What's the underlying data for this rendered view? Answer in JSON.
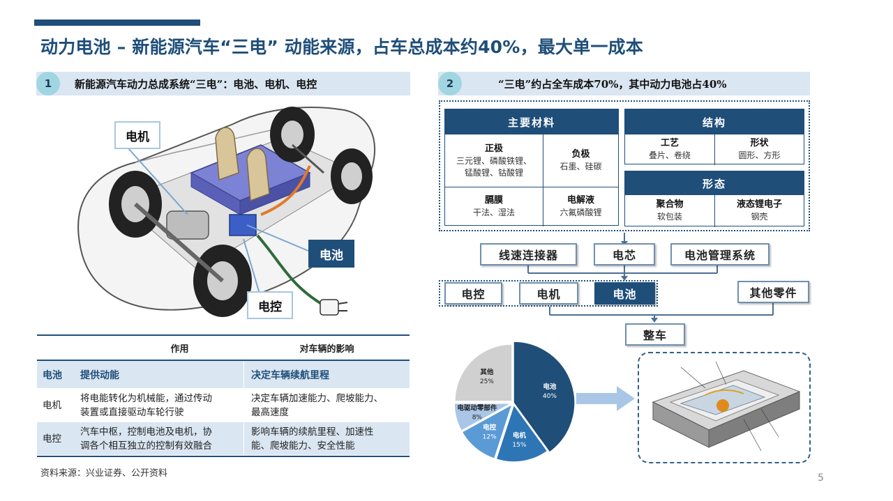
{
  "title": "动力电池 – 新能源汽车“三电” 动能来源，占车总成本约40%，最大单一成本",
  "section1": {
    "num": "1",
    "heading": "新能源汽车动力总成系统“三电”：电池、电机、电控"
  },
  "section2": {
    "num": "2",
    "heading": "“三电”约占全车成本70%，其中动力电池占40%"
  },
  "car_callouts": {
    "motor": "电机",
    "battery": "电池",
    "controller": "电控"
  },
  "table": {
    "headers": [
      "",
      "作用",
      "对车辆的影响"
    ],
    "rows": [
      {
        "name": "电池",
        "role": "提供动能",
        "impact": "决定车辆续航里程"
      },
      {
        "name": "电机",
        "role_lines": [
          "将电能转化为机械能，通过传动",
          "装置或直接驱动车轮行驶"
        ],
        "impact_lines": [
          "决定车辆加速能力、爬坡能力、",
          "最高速度"
        ]
      },
      {
        "name": "电控",
        "role_lines": [
          "汽车中枢，控制电池及电机，协",
          "调各个相互独立的控制有效融合"
        ],
        "impact_lines": [
          "影响车辆的续航里程、加速性",
          "能、爬坡能力、安全性能"
        ]
      }
    ]
  },
  "source": "资料来源：兴业证券、公开资料",
  "page_number": "5",
  "composition": {
    "materials": {
      "heading": "主要材料",
      "items": [
        {
          "title": "正极",
          "desc_lines": [
            "三元锂、磷酸铁锂、",
            "锰酸锂、钴酸锂"
          ]
        },
        {
          "title": "负极",
          "desc_lines": [
            "石墨、硅碳"
          ]
        },
        {
          "title": "膈膜",
          "desc_lines": [
            "干法、湿法"
          ]
        },
        {
          "title": "电解液",
          "desc_lines": [
            "六氟磷酸锂"
          ]
        }
      ]
    },
    "structure": {
      "heading": "结构",
      "items": [
        {
          "title": "工艺",
          "desc": "叠片、卷绕"
        },
        {
          "title": "形状",
          "desc": "圆形、方形"
        }
      ]
    },
    "form": {
      "heading": "形态",
      "items": [
        {
          "title": "聚合物",
          "desc": "软包装"
        },
        {
          "title": "液态锂电子",
          "desc": "钢壳"
        }
      ]
    }
  },
  "flow": {
    "connector": "线速连接器",
    "cell": "电芯",
    "bms": "电池管理系统",
    "controller": "电控",
    "motor": "电机",
    "battery": "电池",
    "other_parts": "其他零件",
    "vehicle": "整车"
  },
  "chart_data": {
    "type": "pie",
    "title": "",
    "slices": [
      {
        "label": "电池",
        "value": 40,
        "value_text": "40%",
        "color": "#1f4e79"
      },
      {
        "label": "电机",
        "value": 15,
        "value_text": "15%",
        "color": "#2e75b6"
      },
      {
        "label": "电控",
        "value": 12,
        "value_text": "12%",
        "color": "#5b9bd5"
      },
      {
        "label": "电驱动零部件",
        "value": 8,
        "value_text": "8%",
        "color": "#a9c6e6"
      },
      {
        "label": "其他",
        "value": 25,
        "value_text": "25%",
        "color": "#d0d0d0"
      }
    ]
  },
  "colors": {
    "primary": "#1f4e79",
    "light_bg": "#dae6f2",
    "accent_circle": "#9fd6e2"
  }
}
